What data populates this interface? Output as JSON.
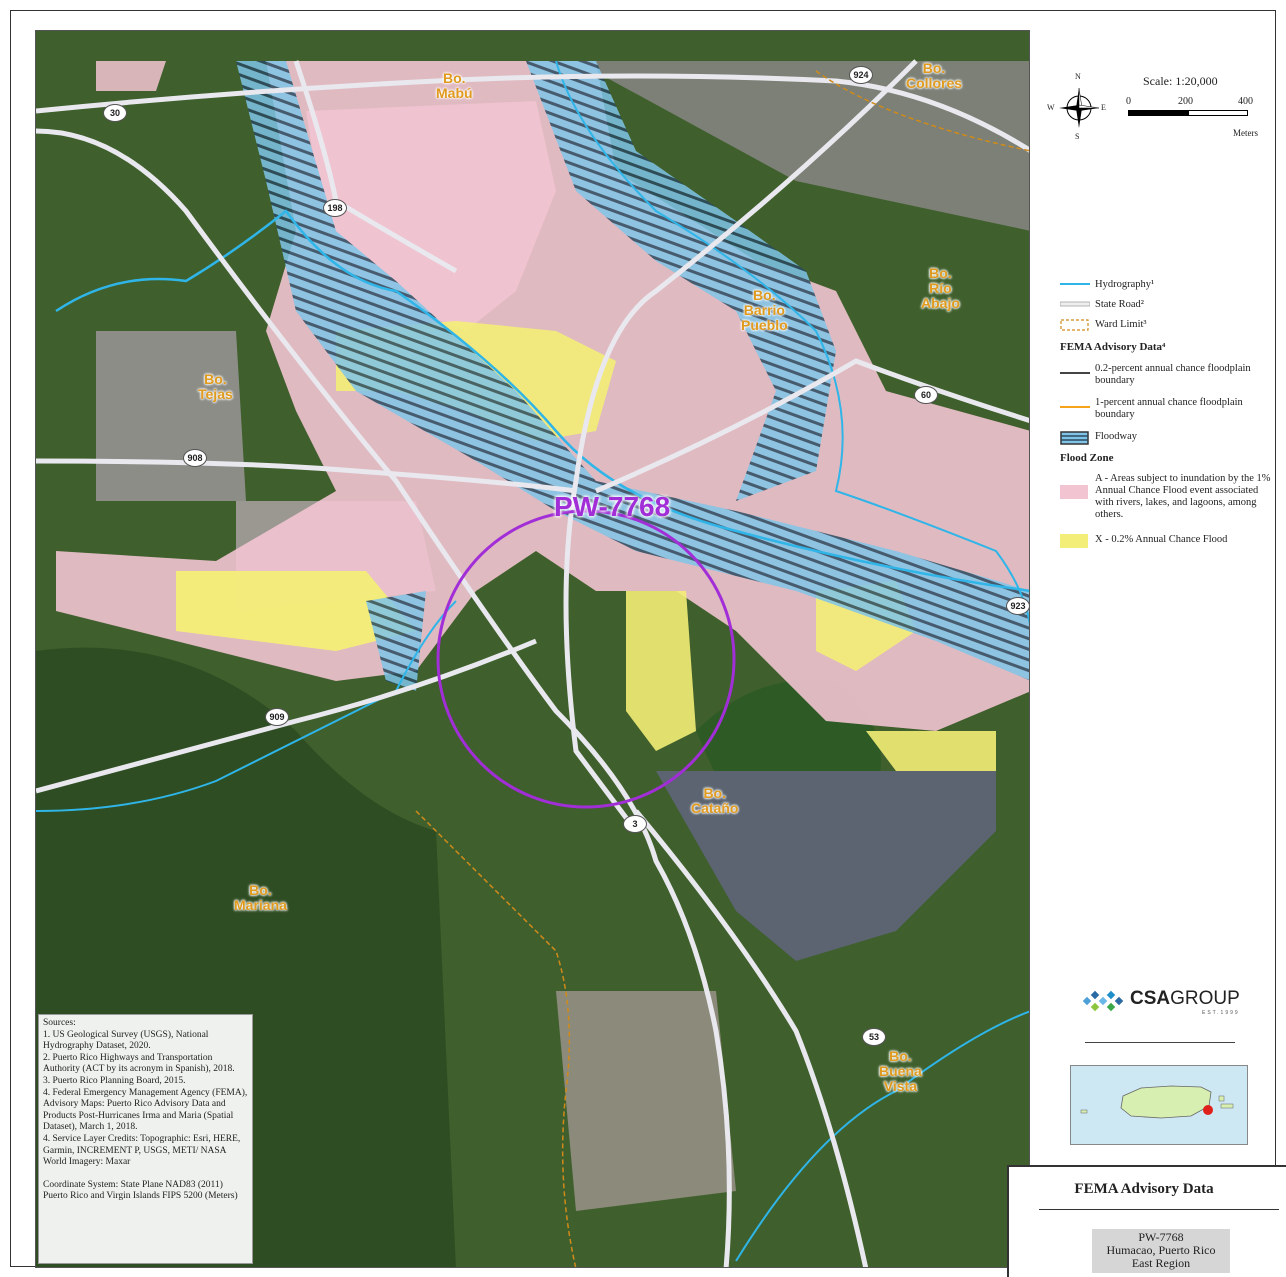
{
  "map": {
    "project_label": "PW-7768",
    "wards": [
      {
        "id": "mabu",
        "name": "Bo.\nMabú"
      },
      {
        "id": "collores",
        "name": "Bo.\nCollores"
      },
      {
        "id": "rio-abajo",
        "name": "Bo.\nRío\nAbajo"
      },
      {
        "id": "barrio-pueblo",
        "name": "Bo.\nBarrio\nPueblo"
      },
      {
        "id": "tejas",
        "name": "Bo.\nTejas"
      },
      {
        "id": "catano",
        "name": "Bo.\nCataño"
      },
      {
        "id": "mariana",
        "name": "Bo.\nMariana"
      },
      {
        "id": "buena-vista",
        "name": "Bo.\nBuena\nVista"
      }
    ],
    "routes": [
      "30",
      "924",
      "198",
      "60",
      "908",
      "923",
      "909",
      "3",
      "53"
    ],
    "colors": {
      "zone_a": "#f2c4d2",
      "zone_x": "#f3ee77",
      "floodway": "#7fc4e8",
      "hydrography": "#2fb5e8",
      "one_percent_line": "#f5a31a",
      "point_two_line": "#444444",
      "project_circle": "#a12ed6",
      "ward_label": "#e09a1e"
    }
  },
  "scale": {
    "title": "Scale: 1:20,000",
    "ticks": [
      "0",
      "200",
      "400"
    ],
    "unit": "Meters"
  },
  "compass": {
    "n": "N",
    "s": "S",
    "e": "E",
    "w": "W"
  },
  "legend": {
    "hydrography": "Hydrography¹",
    "state_road": "State Road²",
    "ward_limit": "Ward Limit³",
    "fema_heading": "FEMA Advisory Data⁴",
    "point_two_boundary": "0.2-percent annual chance floodplain boundary",
    "one_percent_boundary": "1-percent annual chance floodplain boundary",
    "floodway": "Floodway",
    "flood_zone_heading": "Flood Zone",
    "zone_a": "A - Areas subject to inundation by the 1% Annual Chance Flood event associated with rivers, lakes, and lagoons, among others.",
    "zone_x": "X - 0.2% Annual Chance Flood"
  },
  "sources": {
    "lines": [
      "Sources:",
      "1. US Geological Survey (USGS), National Hydrography Dataset, 2020.",
      "2. Puerto Rico Highways and Transportation Authority (ACT by its acronym in Spanish), 2018.",
      "3. Puerto Rico Planning Board, 2015.",
      "4. Federal Emergency Management Agency (FEMA), Advisory Maps: Puerto Rico Advisory Data and Products Post-Hurricanes Irma and Maria (Spatial Dataset), March 1, 2018.",
      "4. Service Layer Credits: Topographic: Esri, HERE, Garmin, INCREMENT P, USGS, METI/ NASA",
      "World Imagery: Maxar",
      "",
      "Coordinate System: State Plane NAD83 (2011) Puerto Rico and Virgin Islands FIPS 5200 (Meters)"
    ]
  },
  "logo": {
    "bold": "CSA",
    "rest": "GROUP",
    "tagline": "EST.1999"
  },
  "title_block": {
    "title": "FEMA Advisory Data",
    "project": "PW-7768",
    "location": "Humacao, Puerto Rico",
    "region": "East Region"
  }
}
